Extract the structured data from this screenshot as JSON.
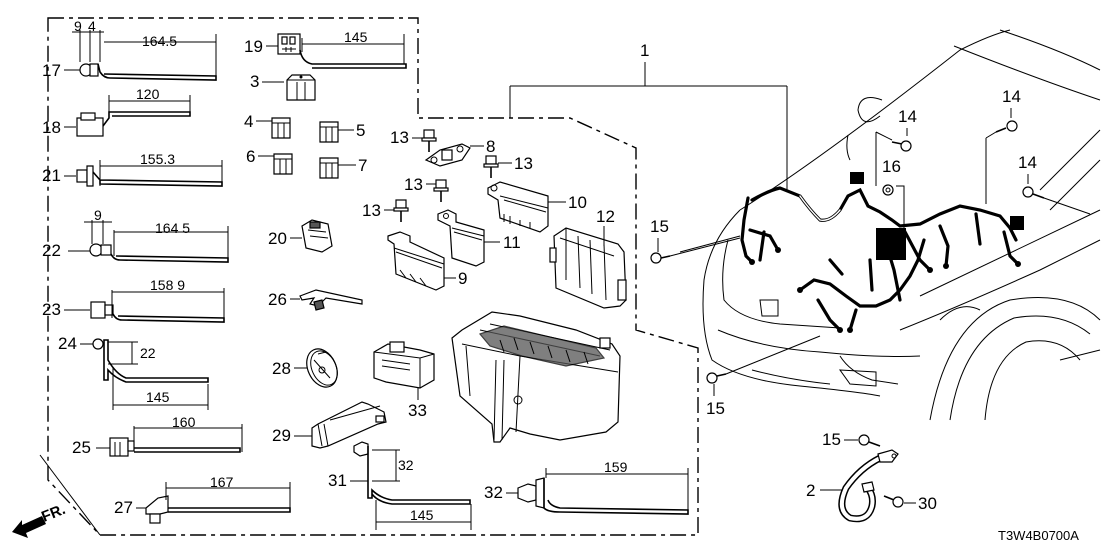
{
  "diagram": {
    "title_code": "T3W4B0700A",
    "direction_label": "FR.",
    "main_assembly_label": "1",
    "callouts": {
      "p1": "1",
      "p2": "2",
      "p3": "3",
      "p4": "4",
      "p5": "5",
      "p6": "6",
      "p7": "7",
      "p8": "8",
      "p9": "9",
      "p10": "10",
      "p11": "11",
      "p12": "12",
      "p13a": "13",
      "p13b": "13",
      "p13c": "13",
      "p13d": "13",
      "p14a": "14",
      "p14b": "14",
      "p14c": "14",
      "p15a": "15",
      "p15b": "15",
      "p15c": "15",
      "p16": "16",
      "p17": "17",
      "p18": "18",
      "p19": "19",
      "p20": "20",
      "p21": "21",
      "p22": "22",
      "p23": "23",
      "p24": "24",
      "p25": "25",
      "p26": "26",
      "p27": "27",
      "p28": "28",
      "p29": "29",
      "p30": "30",
      "p31": "31",
      "p32": "32",
      "p33": "33"
    },
    "dimensions": {
      "d17_a": "9",
      "d17_b": "4",
      "d17_len": "164.5",
      "d18_len": "120",
      "d19_len": "145",
      "d21_len": "155.3",
      "d22_a": "9",
      "d22_len": "164 5",
      "d23_len": "158 9",
      "d24_h": "22",
      "d24_len": "145",
      "d25_len": "160",
      "d27_len": "167",
      "d31_h": "32",
      "d31_len": "145",
      "d32_len": "159"
    }
  }
}
